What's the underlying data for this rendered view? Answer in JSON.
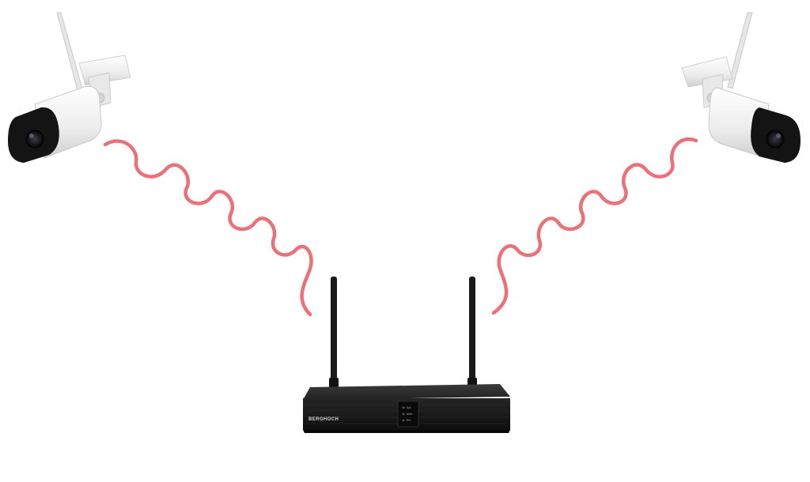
{
  "scene": {
    "description_items": [
      "camera-left",
      "camera-right",
      "signal-left",
      "signal-right",
      "nvr-recorder"
    ],
    "signal_color": "#ec7078",
    "camera_body_color": "#f1f1f1",
    "camera_front_color": "#161616",
    "nvr_color": "#1c1c1c"
  },
  "nvr": {
    "brand": "BERGHOCH",
    "led_labels": [
      "Sys",
      "Netw",
      "Rec"
    ]
  }
}
